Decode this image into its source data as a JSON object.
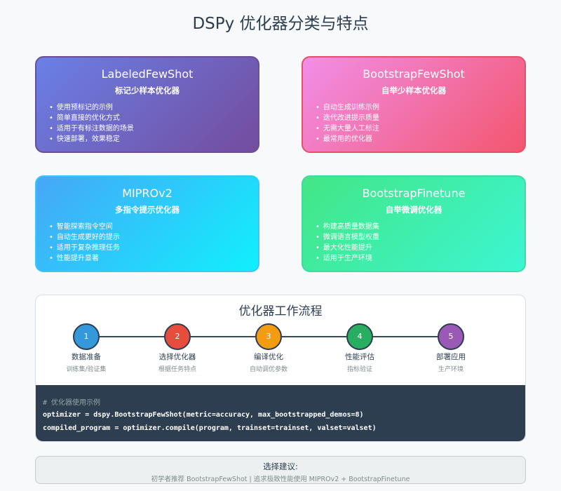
{
  "title": "DSPy 优化器分类与特点",
  "cards": [
    {
      "name": "LabeledFewShot",
      "subtitle": "标记少样本优化器",
      "features": [
        "使用预标记的示例",
        "简单直接的优化方式",
        "适用于有标注数据的场景",
        "快速部署，效果稳定"
      ]
    },
    {
      "name": "BootstrapFewShot",
      "subtitle": "自举少样本优化器",
      "features": [
        "自动生成训练示例",
        "迭代改进提示质量",
        "无需大量人工标注",
        "最常用的优化器"
      ]
    },
    {
      "name": "MIPROv2",
      "subtitle": "多指令提示优化器",
      "features": [
        "智能探索指令空间",
        "自动生成更好的提示",
        "适用于复杂推理任务",
        "性能提升显著"
      ]
    },
    {
      "name": "BootstrapFinetune",
      "subtitle": "自举微调优化器",
      "features": [
        "构建高质量数据集",
        "微调语言模型权重",
        "最大化性能提升",
        "适用于生产环境"
      ]
    }
  ],
  "workflow": {
    "title": "优化器工作流程",
    "steps": [
      {
        "number": "1",
        "name": "数据准备",
        "desc": "训练集/验证集",
        "color": "#3498db"
      },
      {
        "number": "2",
        "name": "选择优化器",
        "desc": "根据任务特点",
        "color": "#e74c3c"
      },
      {
        "number": "3",
        "name": "编译优化",
        "desc": "自动调优参数",
        "color": "#f39c12"
      },
      {
        "number": "4",
        "name": "性能评估",
        "desc": "指标验证",
        "color": "#27ae60"
      },
      {
        "number": "5",
        "name": "部署应用",
        "desc": "生产环境",
        "color": "#9b59b6"
      }
    ]
  },
  "code": {
    "comment": "# 优化器使用示例",
    "line1": "optimizer = dspy.BootstrapFewShot(metric=accuracy, max_bootstrapped_demos=8)",
    "line2": "compiled_program = optimizer.compile(program, trainset=trainset, valset=valset)"
  },
  "advice": {
    "title": "选择建议:",
    "text": "初学者推荐 BootstrapFewShot | 追求极致性能使用 MIPROv2 + BootstrapFinetune"
  }
}
